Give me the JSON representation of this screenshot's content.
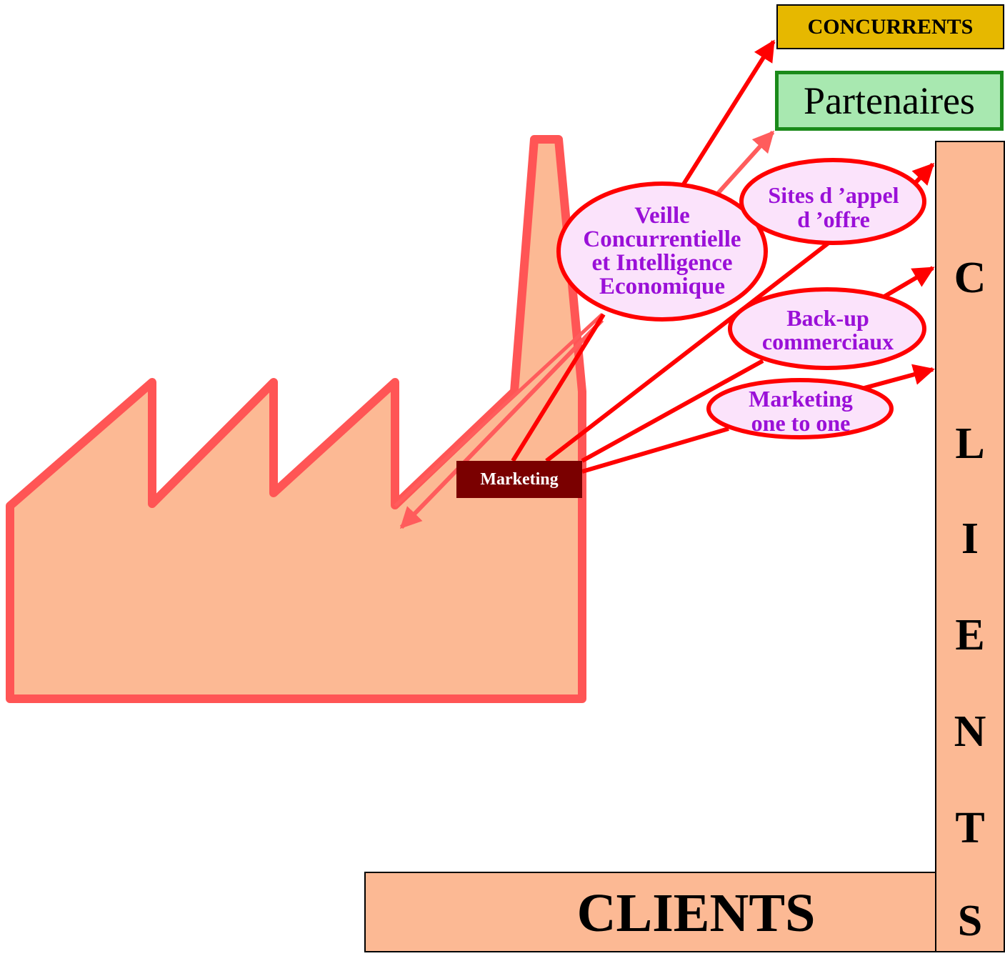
{
  "boxes": {
    "concurrents": "CONCURRENTS",
    "partenaires": "Partenaires",
    "clients_horizontal": "CLIENTS",
    "clients_vertical_letters": [
      "C",
      "L",
      "I",
      "E",
      "N",
      "T",
      "S"
    ],
    "marketing": "Marketing"
  },
  "ellipses": {
    "veille": [
      "Veille",
      "Concurrentielle",
      "et Intelligence",
      "Economique"
    ],
    "sites": [
      "Sites d ’appel",
      "d ’offre"
    ],
    "backup": [
      "Back-up",
      "commerciaux"
    ],
    "one_to_one": [
      "Marketing",
      "one to one"
    ]
  },
  "colors": {
    "factory_fill": "#fcb994",
    "factory_stroke": "#ff5555",
    "arrow_red": "#ff0000",
    "arrow_light": "#ff5c5c",
    "ellipse_fill": "#fbe3fb",
    "ellipse_text": "#9a10d8",
    "concurrents_fill": "#e6b800",
    "partenaires_fill": "#a8e8b0",
    "partenaires_border": "#1a8a1a",
    "marketing_fill": "#7a0000"
  }
}
